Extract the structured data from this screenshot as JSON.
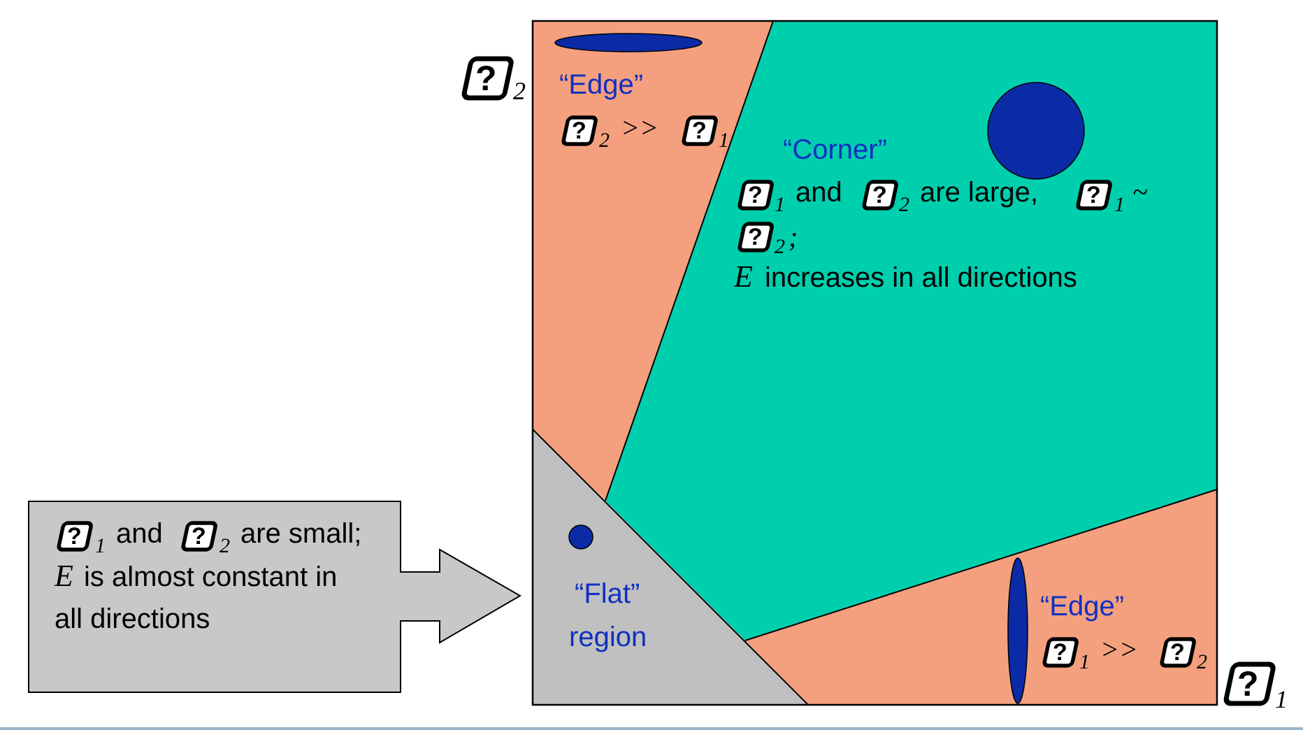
{
  "colors": {
    "edge_region": "#F4A07F",
    "corner_region": "#00CFAE",
    "flat_region": "#C0C0C0",
    "ellipse_fill": "#0A2AA6",
    "label_blue": "#1030C0",
    "text_black": "#000000",
    "callout_fill": "#C8C8C8"
  },
  "symbol": {
    "glyph": "?",
    "icon": "missing-glyph-icon"
  },
  "axes": {
    "y_subscript": "2",
    "x_subscript": "1"
  },
  "edge_top": {
    "label": "“Edge”",
    "relation": ">>",
    "sub_a": "2",
    "sub_b": "1"
  },
  "corner": {
    "label": "“Corner”",
    "and_text": "and",
    "large_text": "are large,",
    "approx": "~",
    "semicolon": ";",
    "e_symbol": "E",
    "increase_text": "increases in all directions",
    "sub_1": "1",
    "sub_2": "2"
  },
  "flat": {
    "label": "“Flat”",
    "label2": "region"
  },
  "edge_bottom": {
    "label": "“Edge”",
    "relation": ">>",
    "sub_a": "1",
    "sub_b": "2"
  },
  "callout": {
    "and_text": "and",
    "small_text": "are small;",
    "e_symbol": "E",
    "constant_text": "is almost constant in",
    "line3": "all directions",
    "sub_1": "1",
    "sub_2": "2"
  }
}
